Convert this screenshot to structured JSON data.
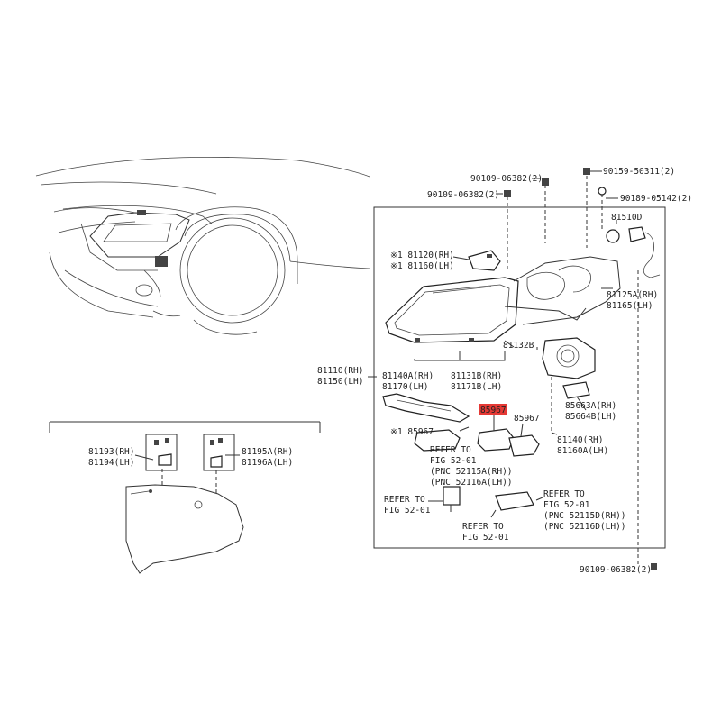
{
  "labels": {
    "p90109_06382_top1": "90109-06382(2)",
    "p90109_06382_top2": "90109-06382(2)",
    "p90159": "90159-50311(2)",
    "p90189": "90189-05142(2)",
    "p81510": "81510D",
    "p81120": "※1 81120(RH)",
    "p81160": "※1 81160(LH)",
    "p81125": "81125A(RH)",
    "p81165": "81165(LH)",
    "p81132": "81132B",
    "p81110": "81110(RH)",
    "p81150": "81150(LH)",
    "p81140": "81140A(RH)",
    "p81170": "81170(LH)",
    "p81131": "81131B(RH)",
    "p81171": "81171B(LH)",
    "p85967_hl": "85967",
    "p85967_r": "85967",
    "p85967_l": "※1 85967",
    "p85663": "85663A(RH)",
    "p85664": "85664B(LH)",
    "p81140b": "81140(RH)",
    "p81160a": "81160A(LH)",
    "ref1_a": "REFER TO",
    "ref1_b": "FIG 52-01",
    "ref1_c": "(PNC 52115A(RH))",
    "ref1_d": "(PNC 52116A(LH))",
    "ref2_a": "REFER TO",
    "ref2_b": "FIG 52-01",
    "ref3_a": "REFER TO",
    "ref3_b": "FIG 52-01",
    "ref4_a": "REFER TO",
    "ref4_b": "FIG 52-01",
    "ref4_c": "(PNC 52115D(RH))",
    "ref4_d": "(PNC 52116D(LH))",
    "p90109_bottom": "90109-06382(2)",
    "p81193": "81193(RH)",
    "p81194": "81194(LH)",
    "p81195": "81195A(RH)",
    "p81196": "81196A(LH)"
  },
  "colors": {
    "highlight": "#e53935",
    "line": "#333333"
  }
}
